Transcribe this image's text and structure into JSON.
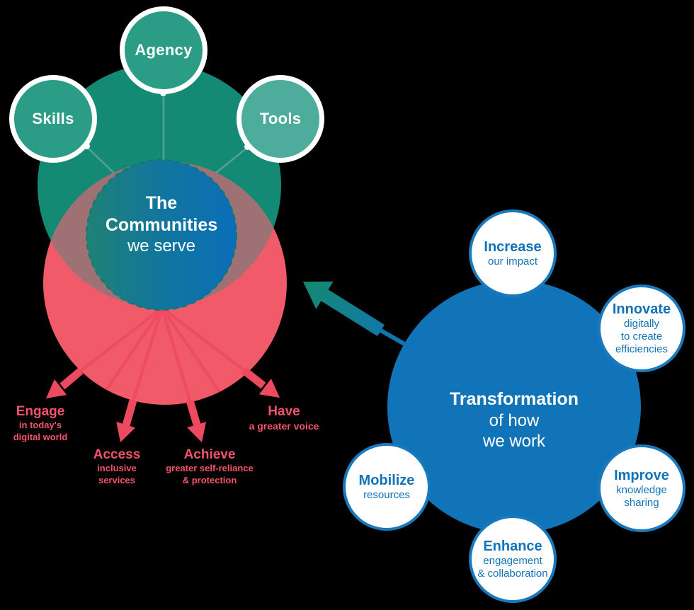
{
  "colors": {
    "background": "#000000",
    "green_circle": "#148a74",
    "teal_node": "#2b9c86",
    "teal_node_light": "#4dac9b",
    "pink_circle": "#f15a69",
    "pink_accent": "#ee4a5f",
    "overlap_mauve": "#9e7274",
    "blue_circle": "#1173b8",
    "center_gradient_left": "#1f8274",
    "center_gradient_right": "#0b6db8"
  },
  "left_diagram": {
    "enablers": [
      {
        "label": "Skills"
      },
      {
        "label": "Agency"
      },
      {
        "label": "Tools"
      }
    ],
    "center": {
      "title_line1": "The",
      "title_line2": "Communities",
      "subtitle": "we serve"
    },
    "outcomes": [
      {
        "title": "Engage",
        "lines": [
          "in today's",
          "digital world"
        ]
      },
      {
        "title": "Access",
        "lines": [
          "inclusive",
          "services"
        ]
      },
      {
        "title": "Achieve",
        "lines": [
          "greater self-reliance",
          "& protection"
        ]
      },
      {
        "title": "Have",
        "lines": [
          "a greater voice"
        ]
      }
    ]
  },
  "right_diagram": {
    "center": {
      "title": "Transformation",
      "subtitle_line1": "of how",
      "subtitle_line2": "we work"
    },
    "goals": [
      {
        "title": "Increase",
        "lines": [
          "our impact"
        ]
      },
      {
        "title": "Innovate",
        "lines": [
          "digitally",
          "to create",
          "efficiencies"
        ]
      },
      {
        "title": "Improve",
        "lines": [
          "knowledge",
          "sharing"
        ]
      },
      {
        "title": "Enhance",
        "lines": [
          "engagement",
          "& collaboration"
        ]
      },
      {
        "title": "Mobilize",
        "lines": [
          "resources"
        ]
      }
    ]
  }
}
